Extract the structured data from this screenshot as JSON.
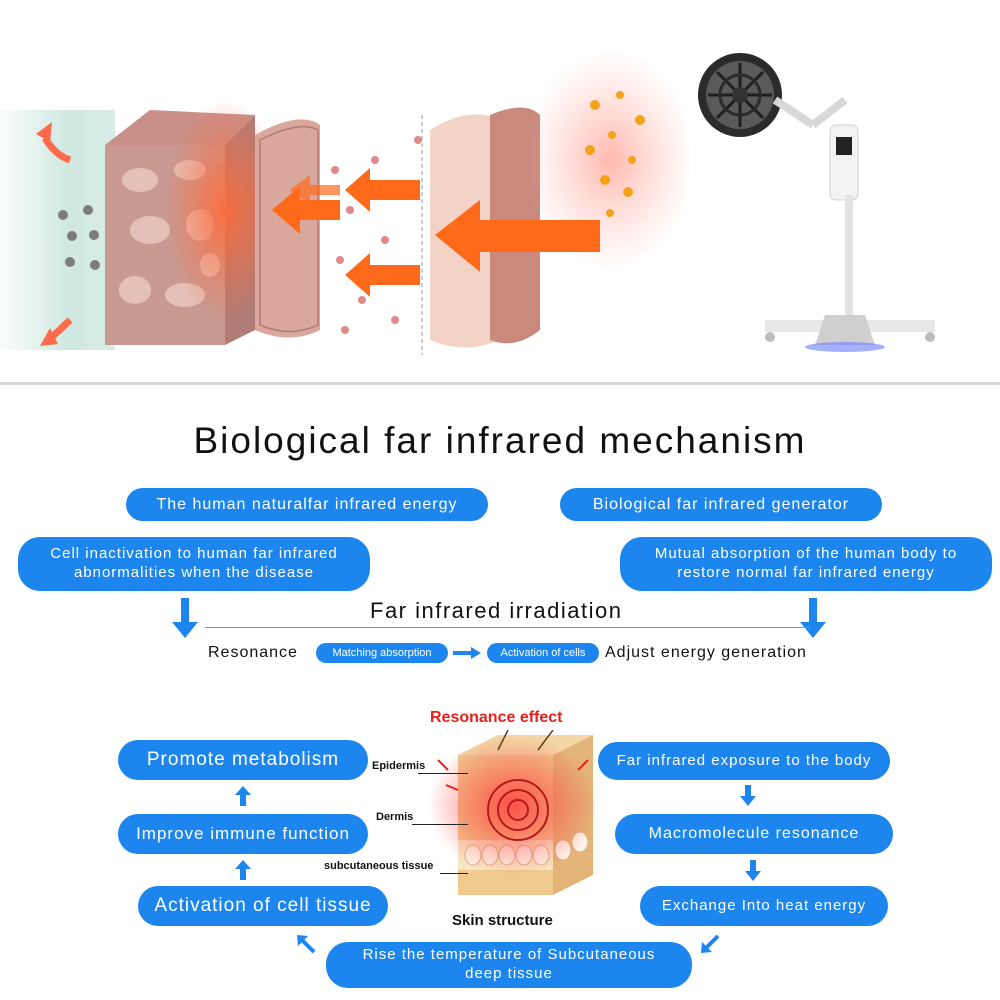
{
  "title": "Biological far infrared mechanism",
  "top_pills": {
    "left": "The human naturalfar infrared energy",
    "right": "Biological far infrared generator"
  },
  "second_pills": {
    "left": "Cell inactivation to human far infrared\nabnormalities when the disease",
    "right": "Mutual absorption of the human body to\nrestore normal far infrared energy"
  },
  "irradiation_label": "Far infrared irradiation",
  "flow": {
    "resonance": "Resonance",
    "matching": "Matching absorption",
    "activation": "Activation of cells",
    "adjust": "Adjust energy generation"
  },
  "resonance_effect": "Resonance effect",
  "left_column": [
    "Promote metabolism",
    "Improve immune function",
    "Activation of cell tissue"
  ],
  "right_column": [
    "Far infrared exposure to the body",
    "Macromolecule resonance",
    "Exchange Into heat energy"
  ],
  "bottom_pill": "Rise the temperature of Subcutaneous\ndeep tissue",
  "skin": {
    "epidermis": "Epidermis",
    "dermis": "Dermis",
    "subcutaneous": "subcutaneous tissue",
    "caption": "Skin structure"
  },
  "colors": {
    "pill": "#1c86ee",
    "accent_red": "#e8211c",
    "arrow_orange": "#ff6a1a"
  }
}
